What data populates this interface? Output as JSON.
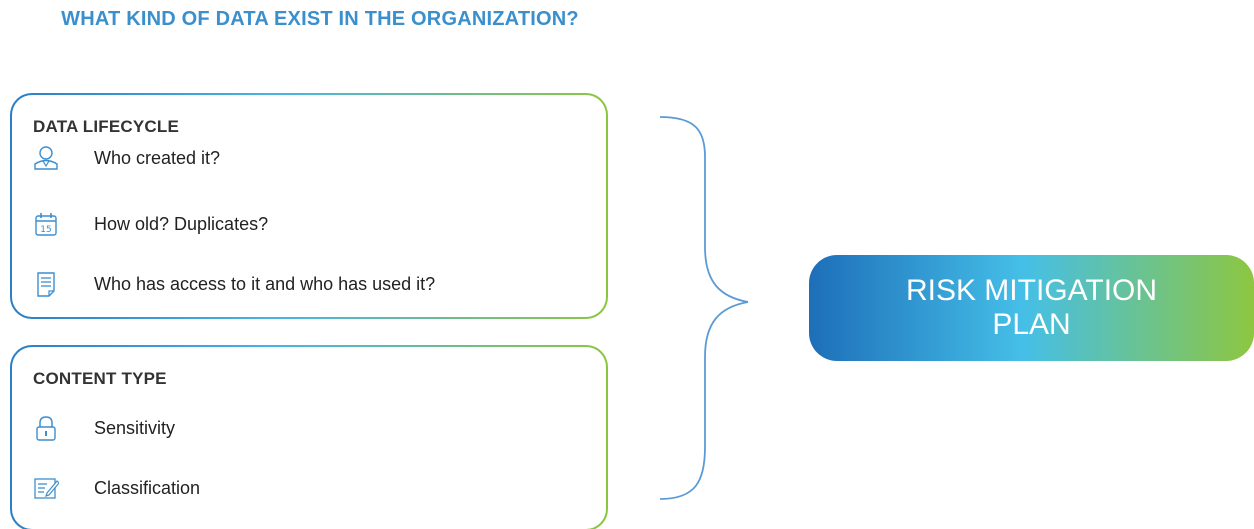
{
  "title": "WHAT KIND OF DATA EXIST IN THE ORGANIZATION?",
  "colors": {
    "title": "#3a8fcd",
    "icon": "#3b8ed0",
    "gradient_start": "#1d6fb8",
    "gradient_mid": "#45bfe8",
    "gradient_end": "#8dc640"
  },
  "lifecycle": {
    "heading": "DATA LIFECYCLE",
    "items": [
      {
        "icon": "person-icon",
        "label": "Who created it?"
      },
      {
        "icon": "calendar-icon",
        "label": "How old? Duplicates?"
      },
      {
        "icon": "document-icon",
        "label": "Who has access to it and who has used it?"
      }
    ]
  },
  "content_type": {
    "heading": "CONTENT TYPE",
    "items": [
      {
        "icon": "lock-icon",
        "label": "Sensitivity"
      },
      {
        "icon": "edit-list-icon",
        "label": "Classification"
      }
    ]
  },
  "calendar_day": "15",
  "result": {
    "label": "RISK MITIGATION PLAN"
  }
}
